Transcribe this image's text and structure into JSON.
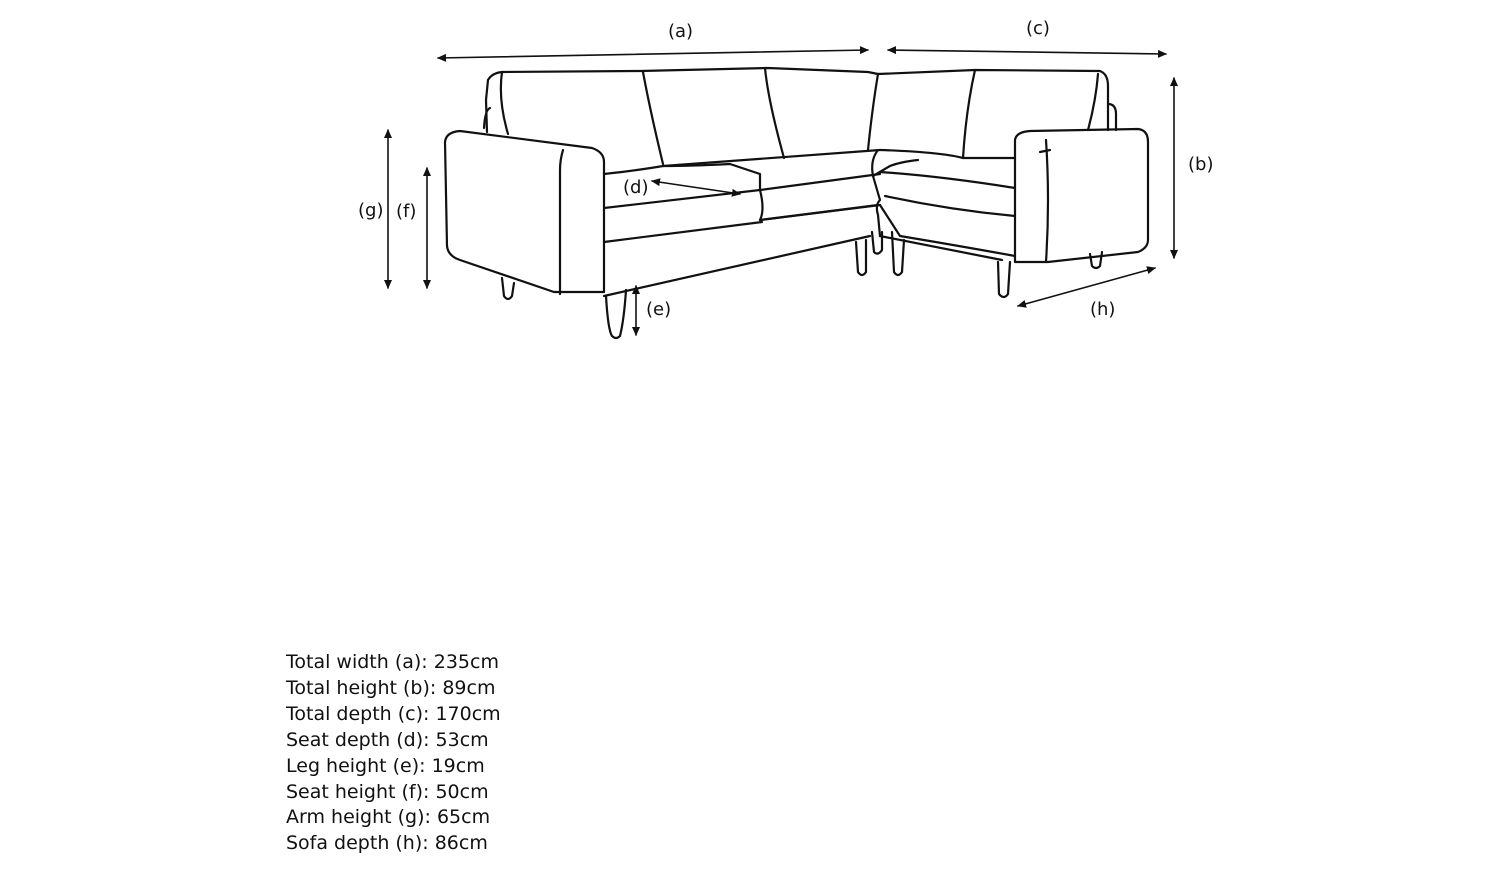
{
  "diagram": {
    "subject": "corner sofa line drawing with dimension arrows",
    "labels": {
      "a": "(a)",
      "b": "(b)",
      "c": "(c)",
      "d": "(d)",
      "e": "(e)",
      "f": "(f)",
      "g": "(g)",
      "h": "(h)"
    }
  },
  "specs": [
    {
      "text": "Total width (a): 235cm"
    },
    {
      "text": "Total height (b): 89cm"
    },
    {
      "text": "Total depth (c): 170cm"
    },
    {
      "text": "Seat depth (d): 53cm"
    },
    {
      "text": "Leg height (e): 19cm"
    },
    {
      "text": "Seat height (f): 50cm"
    },
    {
      "text": "Arm height (g): 65cm"
    },
    {
      "text": "Sofa depth (h): 86cm"
    }
  ]
}
